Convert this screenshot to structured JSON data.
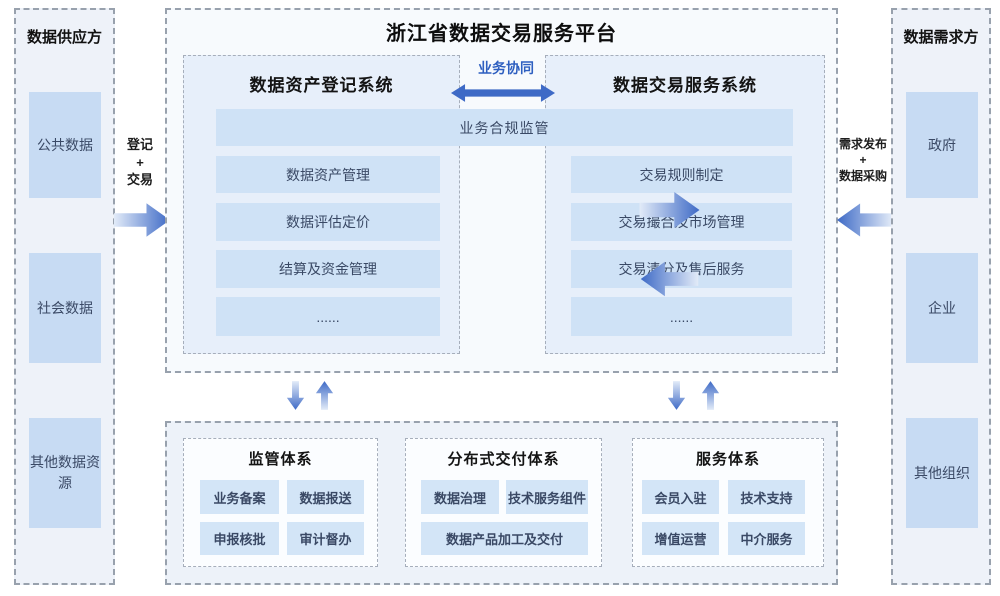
{
  "supplier_panel": {
    "title": "数据供应方",
    "items": [
      "公共数据",
      "社会数据",
      "其他数据资源"
    ]
  },
  "demand_panel": {
    "title": "数据需求方",
    "items": [
      "政府",
      "企业",
      "其他组织"
    ]
  },
  "left_flow": {
    "line1": "登记",
    "line2": "+",
    "line3": "交易"
  },
  "right_flow": {
    "line1": "需求发布",
    "line2": "+",
    "line3": "数据采购"
  },
  "platform": {
    "title": "浙江省数据交易服务平台",
    "collaboration_label": "业务协同",
    "compliance_bar": "业务合规监管",
    "registration_system": {
      "title": "数据资产登记系统",
      "rows": [
        "数据资产管理",
        "数据评估定价",
        "结算及资金管理",
        "......"
      ]
    },
    "trading_system": {
      "title": "数据交易服务系统",
      "rows": [
        "交易规则制定",
        "交易撮合及市场管理",
        "交易清分及售后服务",
        "......"
      ]
    }
  },
  "bottom": {
    "regulatory": {
      "title": "监管体系",
      "items": [
        "业务备案",
        "数据报送",
        "申报核批",
        "审计督办"
      ]
    },
    "delivery": {
      "title": "分布式交付体系",
      "items": [
        "数据治理",
        "技术服务组件"
      ],
      "wide_item": "数据产品加工及交付"
    },
    "service": {
      "title": "服务体系",
      "items": [
        "会员入驻",
        "技术支持",
        "增值运营",
        "中介服务"
      ]
    }
  },
  "icons": {
    "right_arrow": "gradient-right-arrow",
    "left_arrow": "gradient-left-arrow",
    "down_arrow": "gradient-down-arrow",
    "up_arrow": "gradient-up-arrow",
    "double_arrow": "double-headed-arrow"
  },
  "colors": {
    "arrow_blue": "#3e6ac6",
    "arrow_light": "#e2ebf8",
    "box_fill": "#c7dbf3",
    "row_fill": "#cfe2f6",
    "panel_fill": "#eef2f9",
    "system_fill": "#e7effa",
    "label_blue": "#2e5fc0",
    "text_dark": "#3a4965"
  }
}
